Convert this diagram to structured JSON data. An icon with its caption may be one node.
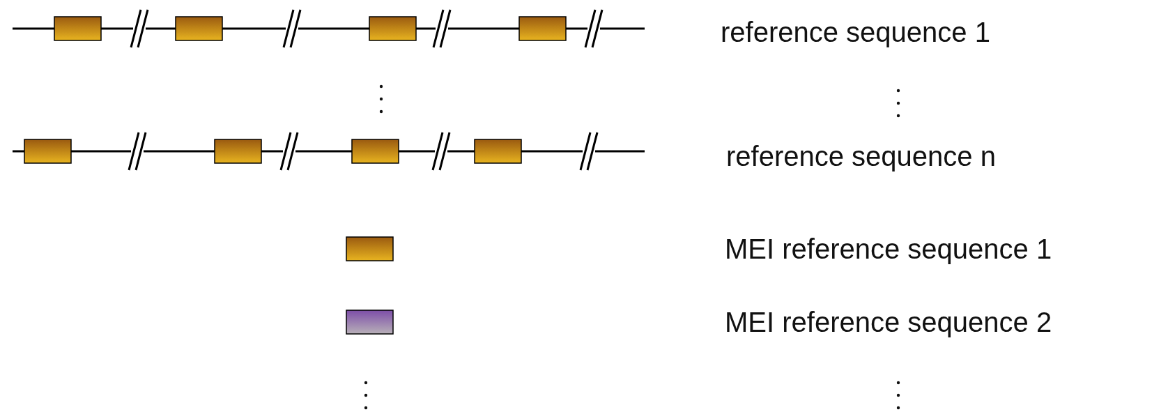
{
  "diagram": {
    "labels": [
      "reference sequence 1",
      "reference sequence n"
    ],
    "legend": [
      {
        "text": "MEI reference sequence 1"
      },
      {
        "text": "MEI reference sequence 2"
      }
    ]
  }
}
